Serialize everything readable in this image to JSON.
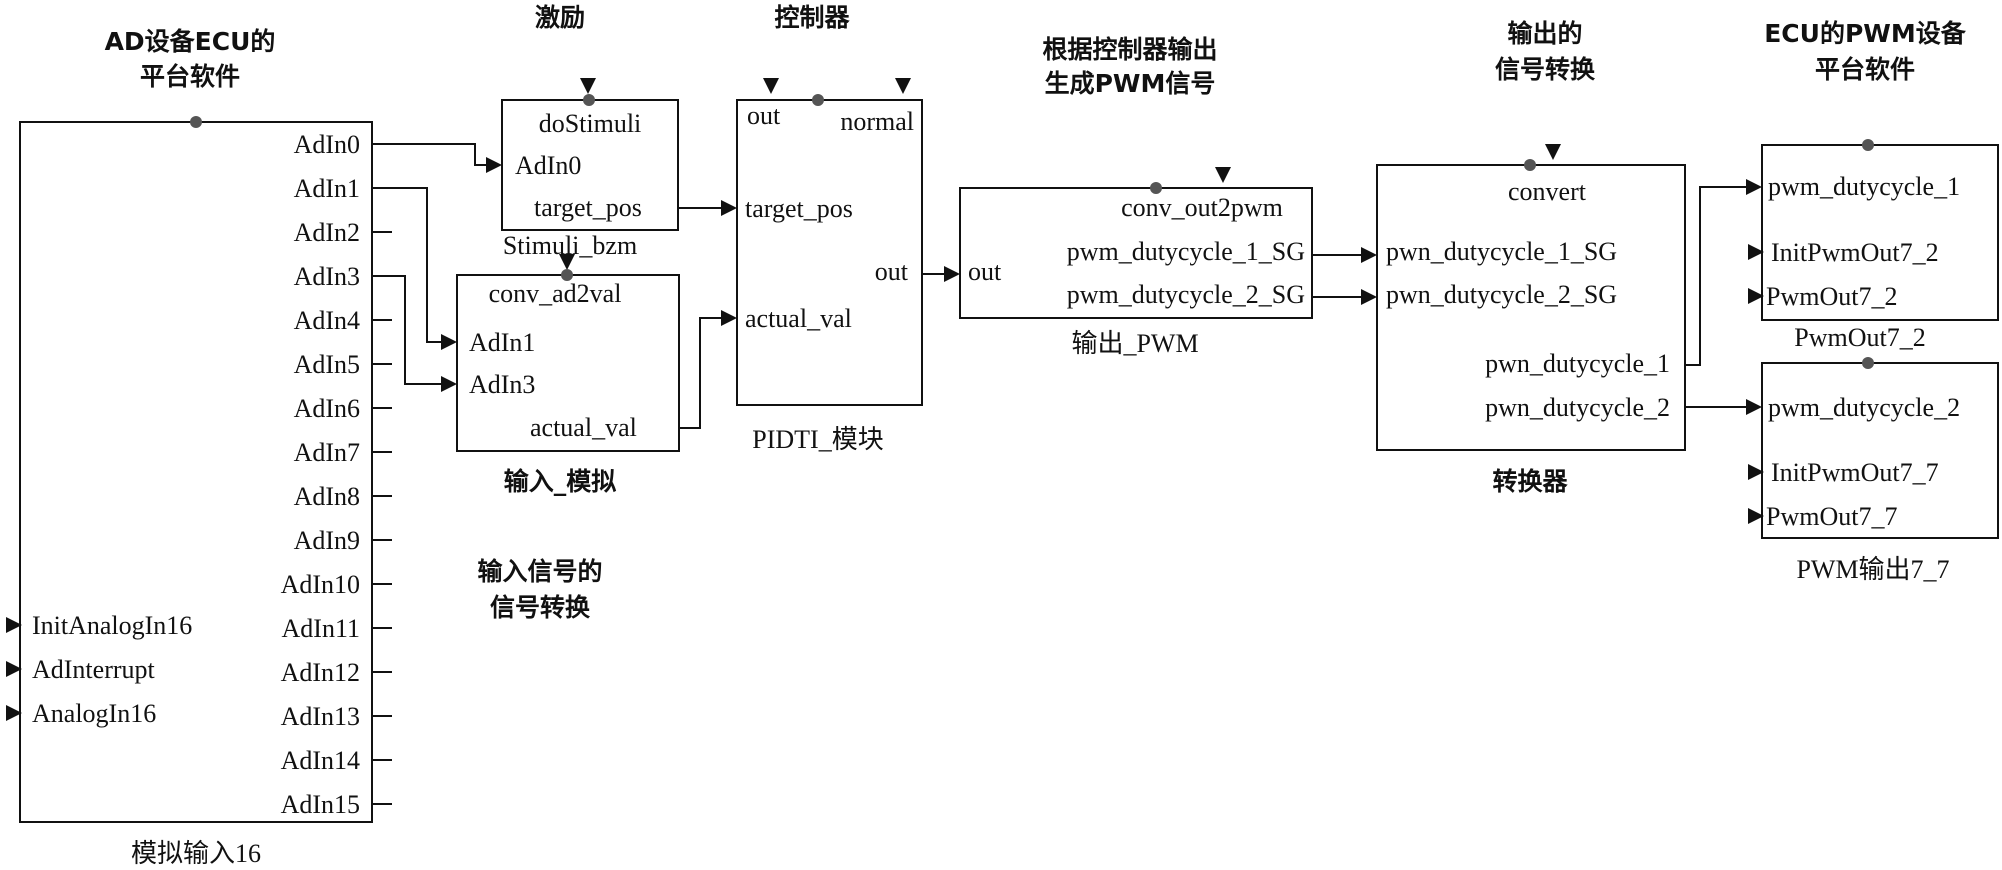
{
  "blocks": {
    "ad_input": {
      "header_lines": [
        "AD设备ECU的",
        "平台软件"
      ],
      "caption": "模拟输入16",
      "outputs": [
        "AdIn0",
        "AdIn1",
        "AdIn2",
        "AdIn3",
        "AdIn4",
        "AdIn5",
        "AdIn6",
        "AdIn7",
        "AdIn8",
        "AdIn9",
        "AdIn10",
        "AdIn11",
        "AdIn12",
        "AdIn13",
        "AdIn14",
        "AdIn15"
      ],
      "inputs": [
        "InitAnalogIn16",
        "AdInterrupt",
        "AnalogIn16"
      ]
    },
    "stimuli": {
      "header": "激励",
      "runnable": "doStimuli",
      "port_in": "AdIn0",
      "port_out": "target_pos",
      "caption": "Stimuli_bzm"
    },
    "input_sim": {
      "runnable": "conv_ad2val",
      "port_in_1": "AdIn1",
      "port_in_2": "AdIn3",
      "port_out": "actual_val",
      "caption": "输入_模拟",
      "note_lines": [
        "输入信号的",
        "信号转换"
      ]
    },
    "pidti": {
      "header": "控制器",
      "port_tl": "out",
      "port_tr": "normal",
      "port_in_1": "target_pos",
      "port_in_2": "actual_val",
      "port_out": "out",
      "caption": "PIDTI_模块"
    },
    "pwm_out": {
      "header_lines": [
        "根据控制器输出",
        "生成PWM信号"
      ],
      "runnable": "conv_out2pwm",
      "port_in": "out",
      "port_out_1": "pwm_dutycycle_1_SG",
      "port_out_2": "pwm_dutycycle_2_SG",
      "caption": "输出_PWM"
    },
    "converter": {
      "header_lines": [
        "输出的",
        "信号转换"
      ],
      "runnable": "convert",
      "port_in_1": "pwn_dutycycle_1_SG",
      "port_in_2": "pwn_dutycycle_2_SG",
      "port_out_1": "pwn_dutycycle_1",
      "port_out_2": "pwn_dutycycle_2",
      "caption": "转换器"
    },
    "pwm_dev_a": {
      "header_lines": [
        "ECU的PWM设备",
        "平台软件"
      ],
      "port_in": "pwm_dutycycle_1",
      "runnable_1": "InitPwmOut7_2",
      "runnable_2": "PwmOut7_2",
      "caption": "PwmOut7_2"
    },
    "pwm_dev_b": {
      "port_in": "pwm_dutycycle_2",
      "runnable_1": "InitPwmOut7_7",
      "runnable_2": "PwmOut7_7",
      "caption": "PWM输出7_7"
    }
  }
}
